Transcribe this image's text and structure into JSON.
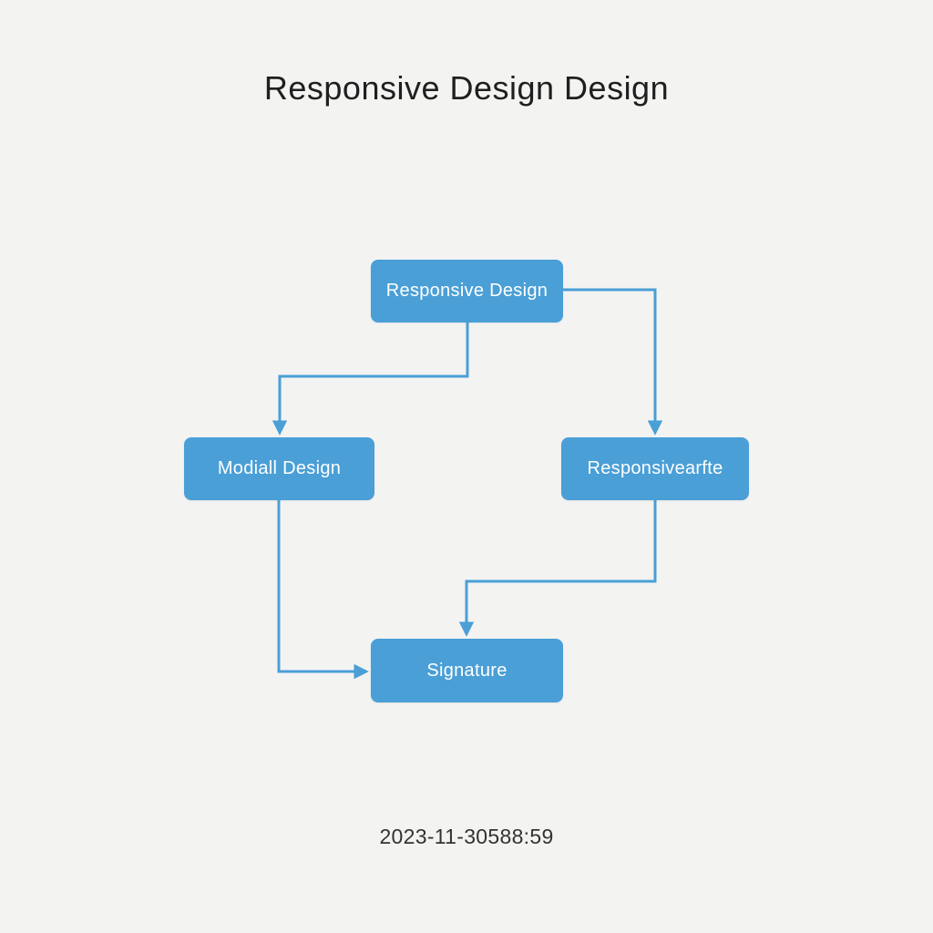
{
  "title": "Responsive Design Design",
  "timestamp": "2023-11-30588:59",
  "colors": {
    "background": "#f3f3f2",
    "node_fill": "#4a9fd6",
    "node_text": "#ffffff",
    "connector": "#4a9fd6",
    "title_text": "#1f1f1f",
    "timestamp_text": "#333333"
  },
  "nodes": [
    {
      "id": "responsive-design",
      "label": "Responsive Design"
    },
    {
      "id": "modiall-design",
      "label": "Modiall Design"
    },
    {
      "id": "responsivearfte",
      "label": "Responsivearfte"
    },
    {
      "id": "signature",
      "label": "Signature"
    }
  ],
  "edges": [
    {
      "from": "responsive-design",
      "to": "modiall-design"
    },
    {
      "from": "responsive-design",
      "to": "responsivearfte"
    },
    {
      "from": "modiall-design",
      "to": "signature"
    },
    {
      "from": "responsivearfte",
      "to": "signature"
    }
  ]
}
